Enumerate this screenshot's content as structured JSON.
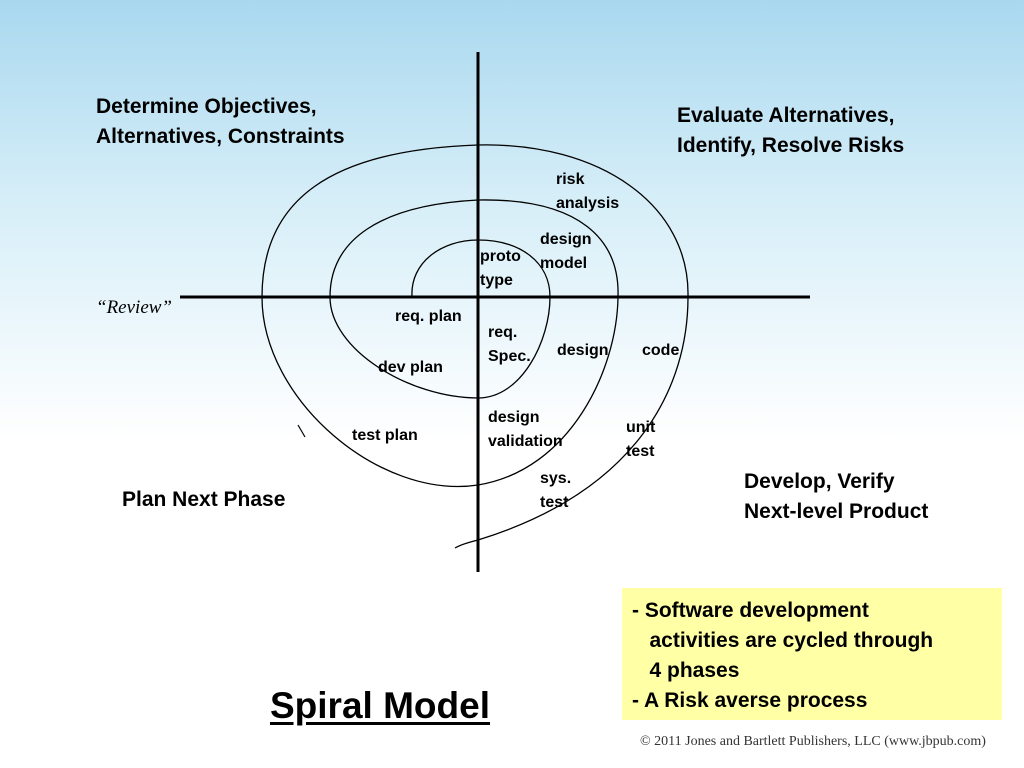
{
  "quadrants": {
    "top_left": "Determine Objectives,\nAlternatives, Constraints",
    "top_right": "Evaluate Alternatives,\nIdentify, Resolve Risks",
    "bottom_right": "Develop, Verify\nNext-level Product",
    "bottom_left": "Plan Next Phase"
  },
  "review_label": "“Review”",
  "spiral_labels": {
    "risk_analysis": "risk\nanalysis",
    "design_model": "design\nmodel",
    "prototype": "proto\ntype",
    "req_plan": "req. plan",
    "req_spec": "req.\nSpec.",
    "design": "design",
    "code": "code",
    "dev_plan": "dev plan",
    "test_plan": "test plan",
    "design_validation": "design\nvalidation",
    "unit_test": "unit\ntest",
    "sys_test": "sys.\ntest"
  },
  "title": "Spiral Model",
  "note": {
    "line1": "- Software development",
    "line2": "   activities are cycled through",
    "line3": "   4 phases",
    "line4": "- A Risk averse process"
  },
  "copyright": "© 2011 Jones and Bartlett Publishers, LLC (www.jbpub.com)"
}
